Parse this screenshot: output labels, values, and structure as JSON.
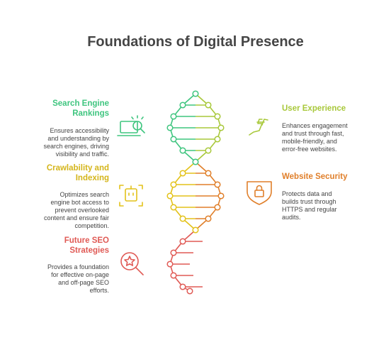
{
  "title": "Foundations of Digital Presence",
  "colors": {
    "green": "#3fc57f",
    "olive": "#a8c83a",
    "yellow": "#e3c21a",
    "orange": "#e07f2a",
    "red": "#e05a55",
    "text": "#444444"
  },
  "items": [
    {
      "heading": "Search Engine Rankings",
      "heading_lines": [
        "Search Engine",
        "Rankings"
      ],
      "desc_lines": [
        "Ensures accessibility",
        "and understanding by",
        "search engines, driving",
        "visibility and traffic."
      ],
      "icon": "search-computer-icon"
    },
    {
      "heading": "Crawlability and Indexing",
      "heading_lines": [
        "Crawlability and",
        "Indexing"
      ],
      "desc_lines": [
        "Optimizes search",
        "engine bot access to",
        "prevent overlooked",
        "content and ensure fair",
        "competition."
      ],
      "icon": "robot-icon"
    },
    {
      "heading": "Future SEO Strategies",
      "heading_lines": [
        "Future SEO",
        "Strategies"
      ],
      "desc_lines": [
        "Provides a foundation",
        "for effective on-page",
        "and off-page SEO",
        "efforts."
      ],
      "icon": "star-magnifier-icon"
    },
    {
      "heading": "User Experience",
      "heading_lines": [
        "User Experience"
      ],
      "desc_lines": [
        "Enhances engagement",
        "and trust through fast,",
        "mobile-friendly, and",
        "error-free websites."
      ],
      "icon": "hand-thumbs-icon"
    },
    {
      "heading": "Website Security",
      "heading_lines": [
        "Website Security"
      ],
      "desc_lines": [
        "Protects data and",
        "builds trust through",
        "HTTPS and regular",
        "audits."
      ],
      "icon": "shield-lock-icon"
    }
  ]
}
